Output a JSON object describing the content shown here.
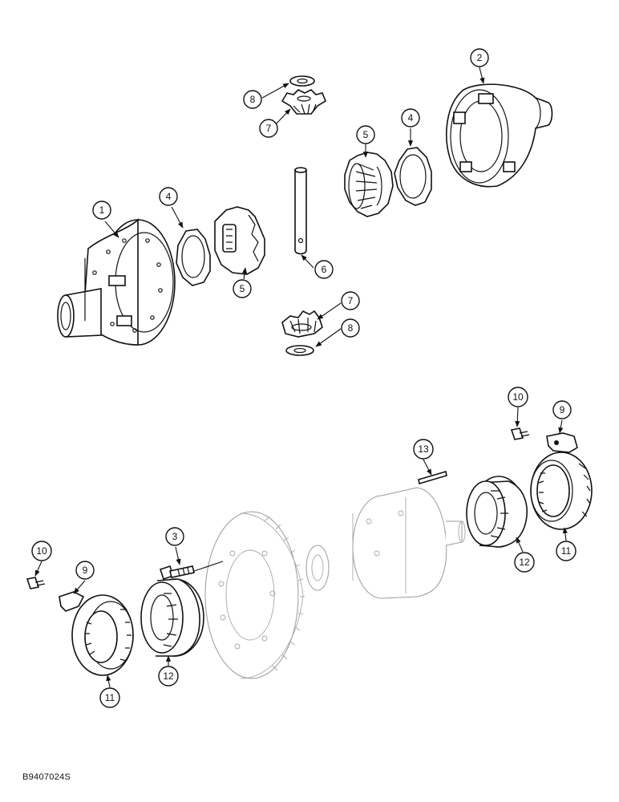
{
  "figure_id": "B9407024S",
  "callouts": [
    {
      "id": "c2a",
      "label": "2"
    },
    {
      "id": "c8a",
      "label": "8"
    },
    {
      "id": "c7a",
      "label": "7"
    },
    {
      "id": "c4a",
      "label": "4"
    },
    {
      "id": "c5a",
      "label": "5"
    },
    {
      "id": "c1",
      "label": "1"
    },
    {
      "id": "c4b",
      "label": "4"
    },
    {
      "id": "c5b",
      "label": "5"
    },
    {
      "id": "c6",
      "label": "6"
    },
    {
      "id": "c7b",
      "label": "7"
    },
    {
      "id": "c8b",
      "label": "8"
    },
    {
      "id": "c10a",
      "label": "10"
    },
    {
      "id": "c9a",
      "label": "9"
    },
    {
      "id": "c13",
      "label": "13"
    },
    {
      "id": "c12a",
      "label": "12"
    },
    {
      "id": "c11a",
      "label": "11"
    },
    {
      "id": "c3",
      "label": "3"
    },
    {
      "id": "c10b",
      "label": "10"
    },
    {
      "id": "c9b",
      "label": "9"
    },
    {
      "id": "c12b",
      "label": "12"
    },
    {
      "id": "c11b",
      "label": "11"
    }
  ]
}
